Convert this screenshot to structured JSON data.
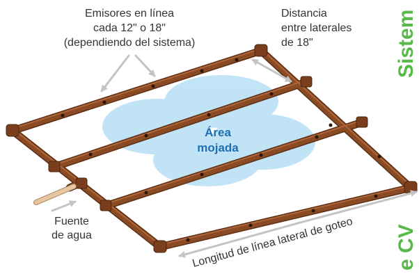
{
  "labels": {
    "emitters_line1": "Emisores en línea",
    "emitters_line2": "cada 12\" o 18\"",
    "emitters_line3": "(dependiendo del sistema)",
    "distance_line1": "Distancia",
    "distance_line2": "entre laterales",
    "distance_line3": "de 18\"",
    "wet_area_line1": "Área",
    "wet_area_line2": "mojada",
    "source_line1": "Fuente",
    "source_line2": "de agua",
    "lateral_length": "Longitud de línea lateral de goteo",
    "edge_top": "Sistem",
    "edge_bottom": "e CV"
  },
  "colors": {
    "pipe": "#8a4a24",
    "pipe_highlight": "#b86e3e",
    "pipe_shadow": "#5c2f15",
    "wet_area": "#8fcdf0",
    "arrow": "#c4c4c4",
    "source_tube": "#e6c7a2",
    "wet_text": "#1e6fb3",
    "edge_text": "#59b84a"
  }
}
